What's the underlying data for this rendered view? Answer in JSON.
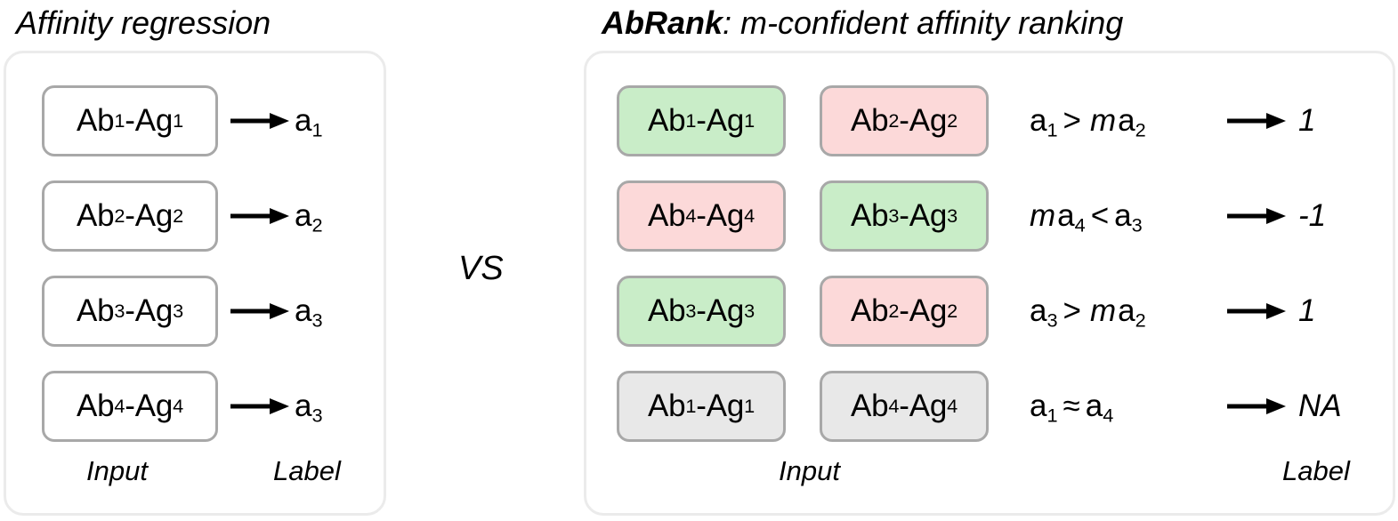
{
  "figure": {
    "vs_separator": "VS"
  },
  "left_panel": {
    "title": "Affinity regression",
    "footer": {
      "input": "Input",
      "label": "Label"
    },
    "rows": [
      {
        "input": "Ab1-Ag1",
        "ab": "Ab",
        "ab_sub": "1",
        "ag": "-Ag",
        "ag_sub": "1",
        "arrow": "arrow-right-icon",
        "label": "a",
        "label_sub": "1"
      },
      {
        "input": "Ab2-Ag2",
        "ab": "Ab",
        "ab_sub": "2",
        "ag": "-Ag",
        "ag_sub": "2",
        "arrow": "arrow-right-icon",
        "label": "a",
        "label_sub": "2"
      },
      {
        "input": "Ab3-Ag3",
        "ab": "Ab",
        "ab_sub": "3",
        "ag": "-Ag",
        "ag_sub": "3",
        "arrow": "arrow-right-icon",
        "label": "a",
        "label_sub": "3"
      },
      {
        "input": "Ab4-Ag4",
        "ab": "Ab",
        "ab_sub": "4",
        "ag": "-Ag",
        "ag_sub": "4",
        "arrow": "arrow-right-icon",
        "label": "a",
        "label_sub": "3"
      }
    ]
  },
  "right_panel": {
    "title_strong": "AbRank",
    "title_rest": ": m-confident affinity ranking",
    "footer": {
      "input": "Input",
      "label": "Label"
    },
    "rows": [
      {
        "pair_a": {
          "ab": "Ab",
          "ab_sub": "1",
          "ag": "-Ag",
          "ag_sub": "1",
          "color": "green",
          "color_hex": "#c9edc8"
        },
        "pair_b": {
          "ab": "Ab",
          "ab_sub": "2",
          "ag": "-Ag",
          "ag_sub": "2",
          "color": "pink",
          "color_hex": "#fcd9d9"
        },
        "expr": {
          "lhs": "a",
          "lhs_sub": "1",
          "op": ">",
          "m": "m",
          "rhs": "a",
          "rhs_sub": "2",
          "m_side": "right"
        },
        "label": "1"
      },
      {
        "pair_a": {
          "ab": "Ab",
          "ab_sub": "4",
          "ag": "-Ag",
          "ag_sub": "4",
          "color": "pink",
          "color_hex": "#fcd9d9"
        },
        "pair_b": {
          "ab": "Ab",
          "ab_sub": "3",
          "ag": "-Ag",
          "ag_sub": "3",
          "color": "green",
          "color_hex": "#c9edc8"
        },
        "expr": {
          "lhs": "a",
          "lhs_sub": "4",
          "op": "<",
          "m": "m",
          "rhs": "a",
          "rhs_sub": "3",
          "m_side": "left"
        },
        "label": "-1"
      },
      {
        "pair_a": {
          "ab": "Ab",
          "ab_sub": "3",
          "ag": "-Ag",
          "ag_sub": "3",
          "color": "green",
          "color_hex": "#c9edc8"
        },
        "pair_b": {
          "ab": "Ab",
          "ab_sub": "2",
          "ag": "-Ag",
          "ag_sub": "2",
          "color": "pink",
          "color_hex": "#fcd9d9"
        },
        "expr": {
          "lhs": "a",
          "lhs_sub": "3",
          "op": ">",
          "m": "m",
          "rhs": "a",
          "rhs_sub": "2",
          "m_side": "right"
        },
        "label": "1"
      },
      {
        "pair_a": {
          "ab": "Ab",
          "ab_sub": "1",
          "ag": "-Ag",
          "ag_sub": "1",
          "color": "gray",
          "color_hex": "#e8e8e8"
        },
        "pair_b": {
          "ab": "Ab",
          "ab_sub": "4",
          "ag": "-Ag",
          "ag_sub": "4",
          "color": "gray",
          "color_hex": "#e8e8e8"
        },
        "expr": {
          "lhs": "a",
          "lhs_sub": "1",
          "op": "≈",
          "m": "",
          "rhs": "a",
          "rhs_sub": "4",
          "m_side": "none"
        },
        "label": "NA"
      }
    ]
  },
  "colors": {
    "green": "#c9edc8",
    "pink": "#fcd9d9",
    "gray": "#e8e8e8",
    "chip_border": "#a8a8a8",
    "panel_border": "#ebebeb",
    "text": "#000000",
    "background": "#ffffff"
  }
}
